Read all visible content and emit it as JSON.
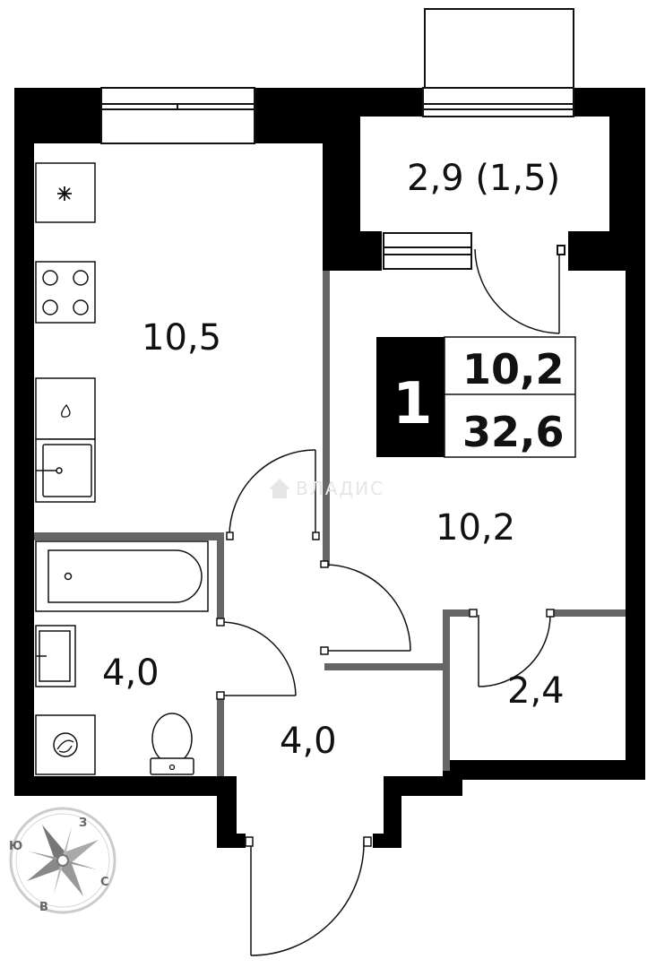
{
  "rooms": {
    "kitchen_area": "10,5",
    "balcony_area": "2,9 (1,5)",
    "living_area": "10,2",
    "bathroom_area": "4,0",
    "hall_area": "4,0",
    "storage_area": "2,4"
  },
  "badge": {
    "room_count": "1",
    "living_area": "10,2",
    "total_area": "32,6"
  },
  "watermark": {
    "text": "ВЛАДИС",
    "icon": "house-icon"
  },
  "compass": {
    "north": "С",
    "south": "Ю",
    "east": "В",
    "west": "З"
  },
  "colors": {
    "wall": "#000000",
    "partition": "#666666",
    "line": "#111111",
    "background": "#ffffff"
  }
}
